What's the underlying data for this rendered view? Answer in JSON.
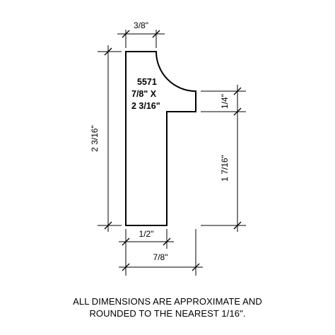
{
  "profile": {
    "part_number": "5571",
    "size_line1": "7/8\" X",
    "size_line2": "2 3/16\""
  },
  "dimensions": {
    "top_width": "3/8\"",
    "overall_height": "2 3/16\"",
    "right_top_thickness": "1/4\"",
    "right_lower_height": "1 7/16\"",
    "base_width": "1/2\"",
    "overall_width": "7/8\""
  },
  "note": {
    "line1": "ALL DIMENSIONS ARE APPROXIMATE AND",
    "line2": "ROUNDED TO THE NEAREST 1/16\"."
  },
  "colors": {
    "ink": "#000000",
    "background": "#ffffff"
  }
}
